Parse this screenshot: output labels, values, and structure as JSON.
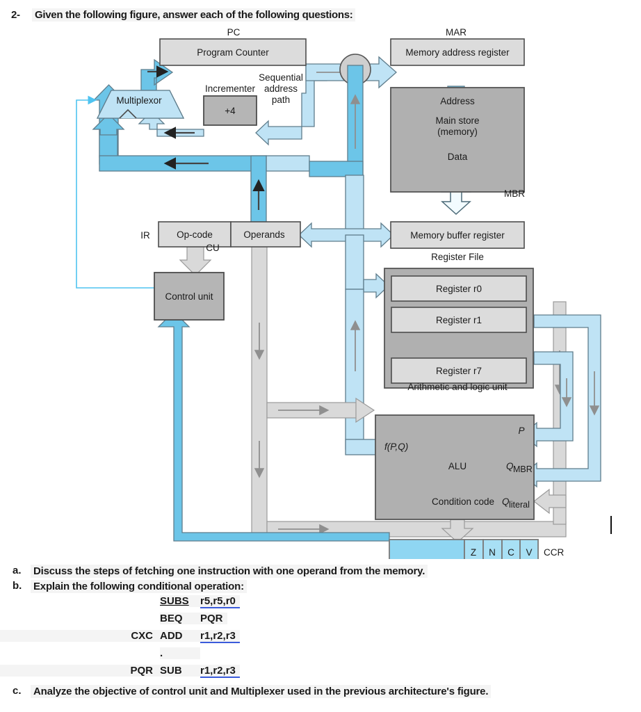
{
  "header": {
    "number": "2-",
    "prompt": "Given the following figure, answer each of the following questions:"
  },
  "figure": {
    "labels": {
      "pc_caption": "PC",
      "pc_box": "Program Counter",
      "mar_caption": "MAR",
      "mar_box": "Memory address register",
      "multiplexor": "Multiplexor",
      "incrementer_caption": "Incrementer",
      "incrementer_box": "+4",
      "seq_path_line1": "Sequential",
      "seq_path_line2": "address",
      "seq_path_line3": "path",
      "mainstore_address": "Address",
      "mainstore_line1": "Main store",
      "mainstore_line2": "(memory)",
      "mainstore_data": "Data",
      "mbr_caption": "MBR",
      "mbr_box": "Memory buffer register",
      "ir_caption": "IR",
      "ir_opcode": "Op-code",
      "ir_operands": "Operands",
      "cu_caption": "CU",
      "control_unit": "Control unit",
      "register_file_caption": "Register File",
      "register_r0": "Register r0",
      "register_r1": "Register r1",
      "register_r7": "Register r7",
      "alu_caption": "Arithmetic and logic unit",
      "alu_fpq": "f(P,Q)",
      "alu_name": "ALU",
      "alu_p": "P",
      "alu_q_mbr_base": "Q",
      "alu_q_mbr_sub": "MBR",
      "alu_condition_code": "Condition code",
      "alu_q_literal_base": "Q",
      "alu_q_literal_sub": "literal",
      "ccr_caption": "CCR",
      "ccr_flags": [
        "Z",
        "N",
        "C",
        "V"
      ]
    },
    "colors": {
      "bus_dark_blue": "#6cc5e8",
      "bus_light_blue": "#bfe3f5",
      "control_gray": "#d9d9d9",
      "box_light": "#dcdcdc",
      "box_mid": "#b5b5b5",
      "box_dark": "#a9a9a9",
      "outline": "#4d4d4d",
      "thin_line": "#4fc3f0"
    }
  },
  "questions": [
    {
      "label": "a.",
      "text": "Discuss the steps of fetching one instruction with one operand from the memory."
    },
    {
      "label": "b.",
      "text": "Explain the following conditional operation:"
    },
    {
      "label": "c.",
      "text": "Analyze the objective of control unit and Multiplexer used in the previous architecture's figure."
    }
  ],
  "code_listing": [
    {
      "label": "",
      "op": "SUBS",
      "args": "r5,r5,r0"
    },
    {
      "label": "",
      "op": "BEQ",
      "args": "PQR"
    },
    {
      "label": "CXC",
      "op": "ADD",
      "args": "r1,r2,r3"
    },
    {
      "label": "",
      "op": ".",
      "args": ""
    },
    {
      "label": "PQR",
      "op": "SUB",
      "args": "r1,r2,r3"
    }
  ]
}
